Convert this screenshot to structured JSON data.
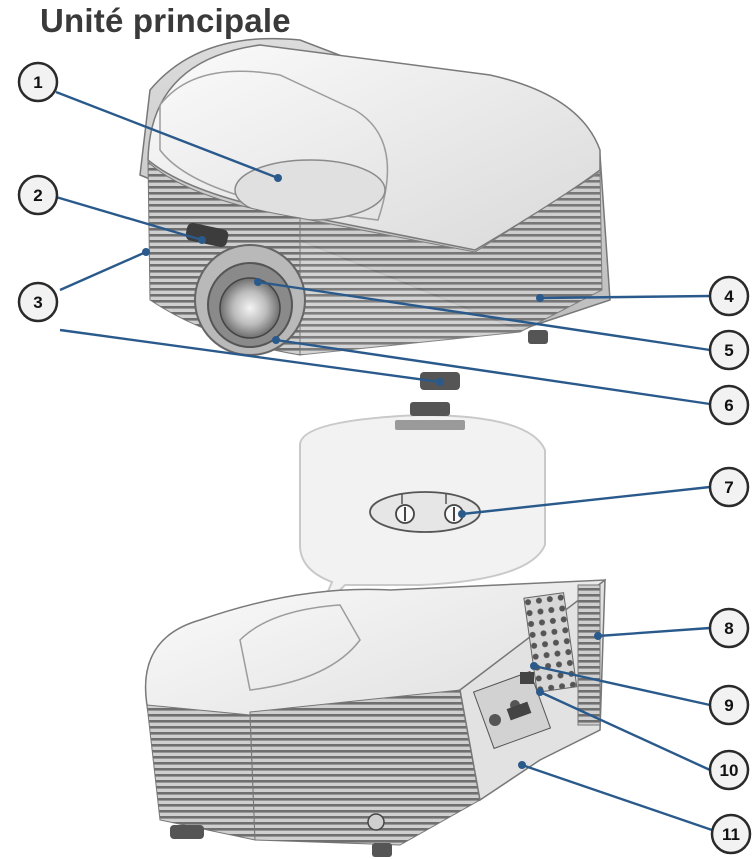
{
  "title": "Unité principale",
  "colors": {
    "leader": "#2a5a8c",
    "callout_fill": "#f2f2f2",
    "body": "#e9e9e9"
  },
  "callouts": [
    "1",
    "2",
    "3",
    "4",
    "5",
    "6",
    "7",
    "8",
    "9",
    "10",
    "11"
  ]
}
